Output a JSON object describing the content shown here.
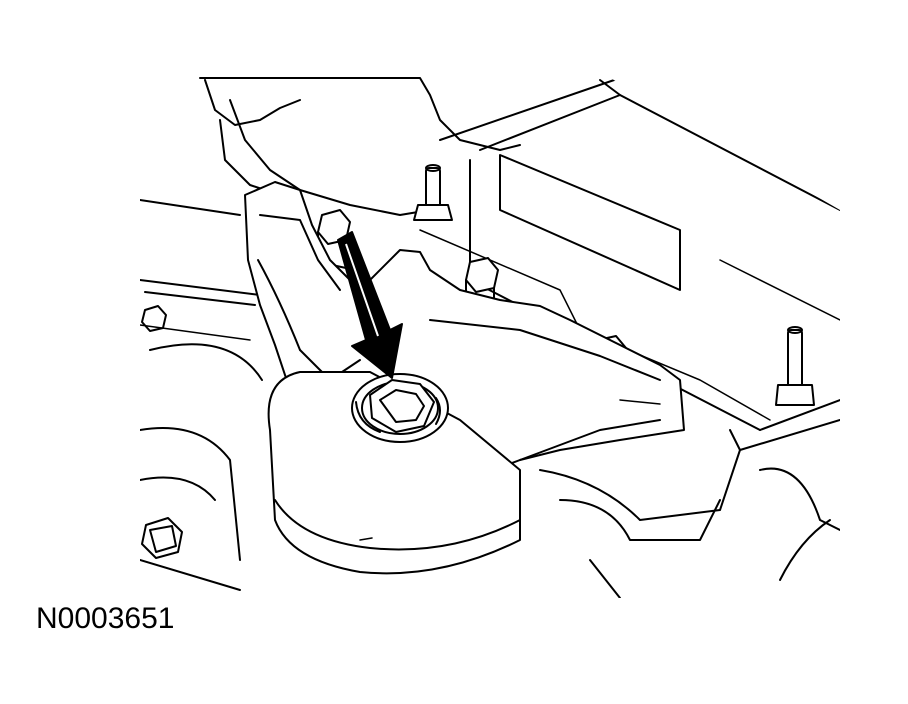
{
  "figure": {
    "id_label": "N0003651",
    "ink_color": "#000000",
    "background_color": "#ffffff"
  },
  "callouts": [
    {
      "kind": "arrow",
      "icon": "arrow-down-icon",
      "points_to": "mount-bolt"
    }
  ]
}
